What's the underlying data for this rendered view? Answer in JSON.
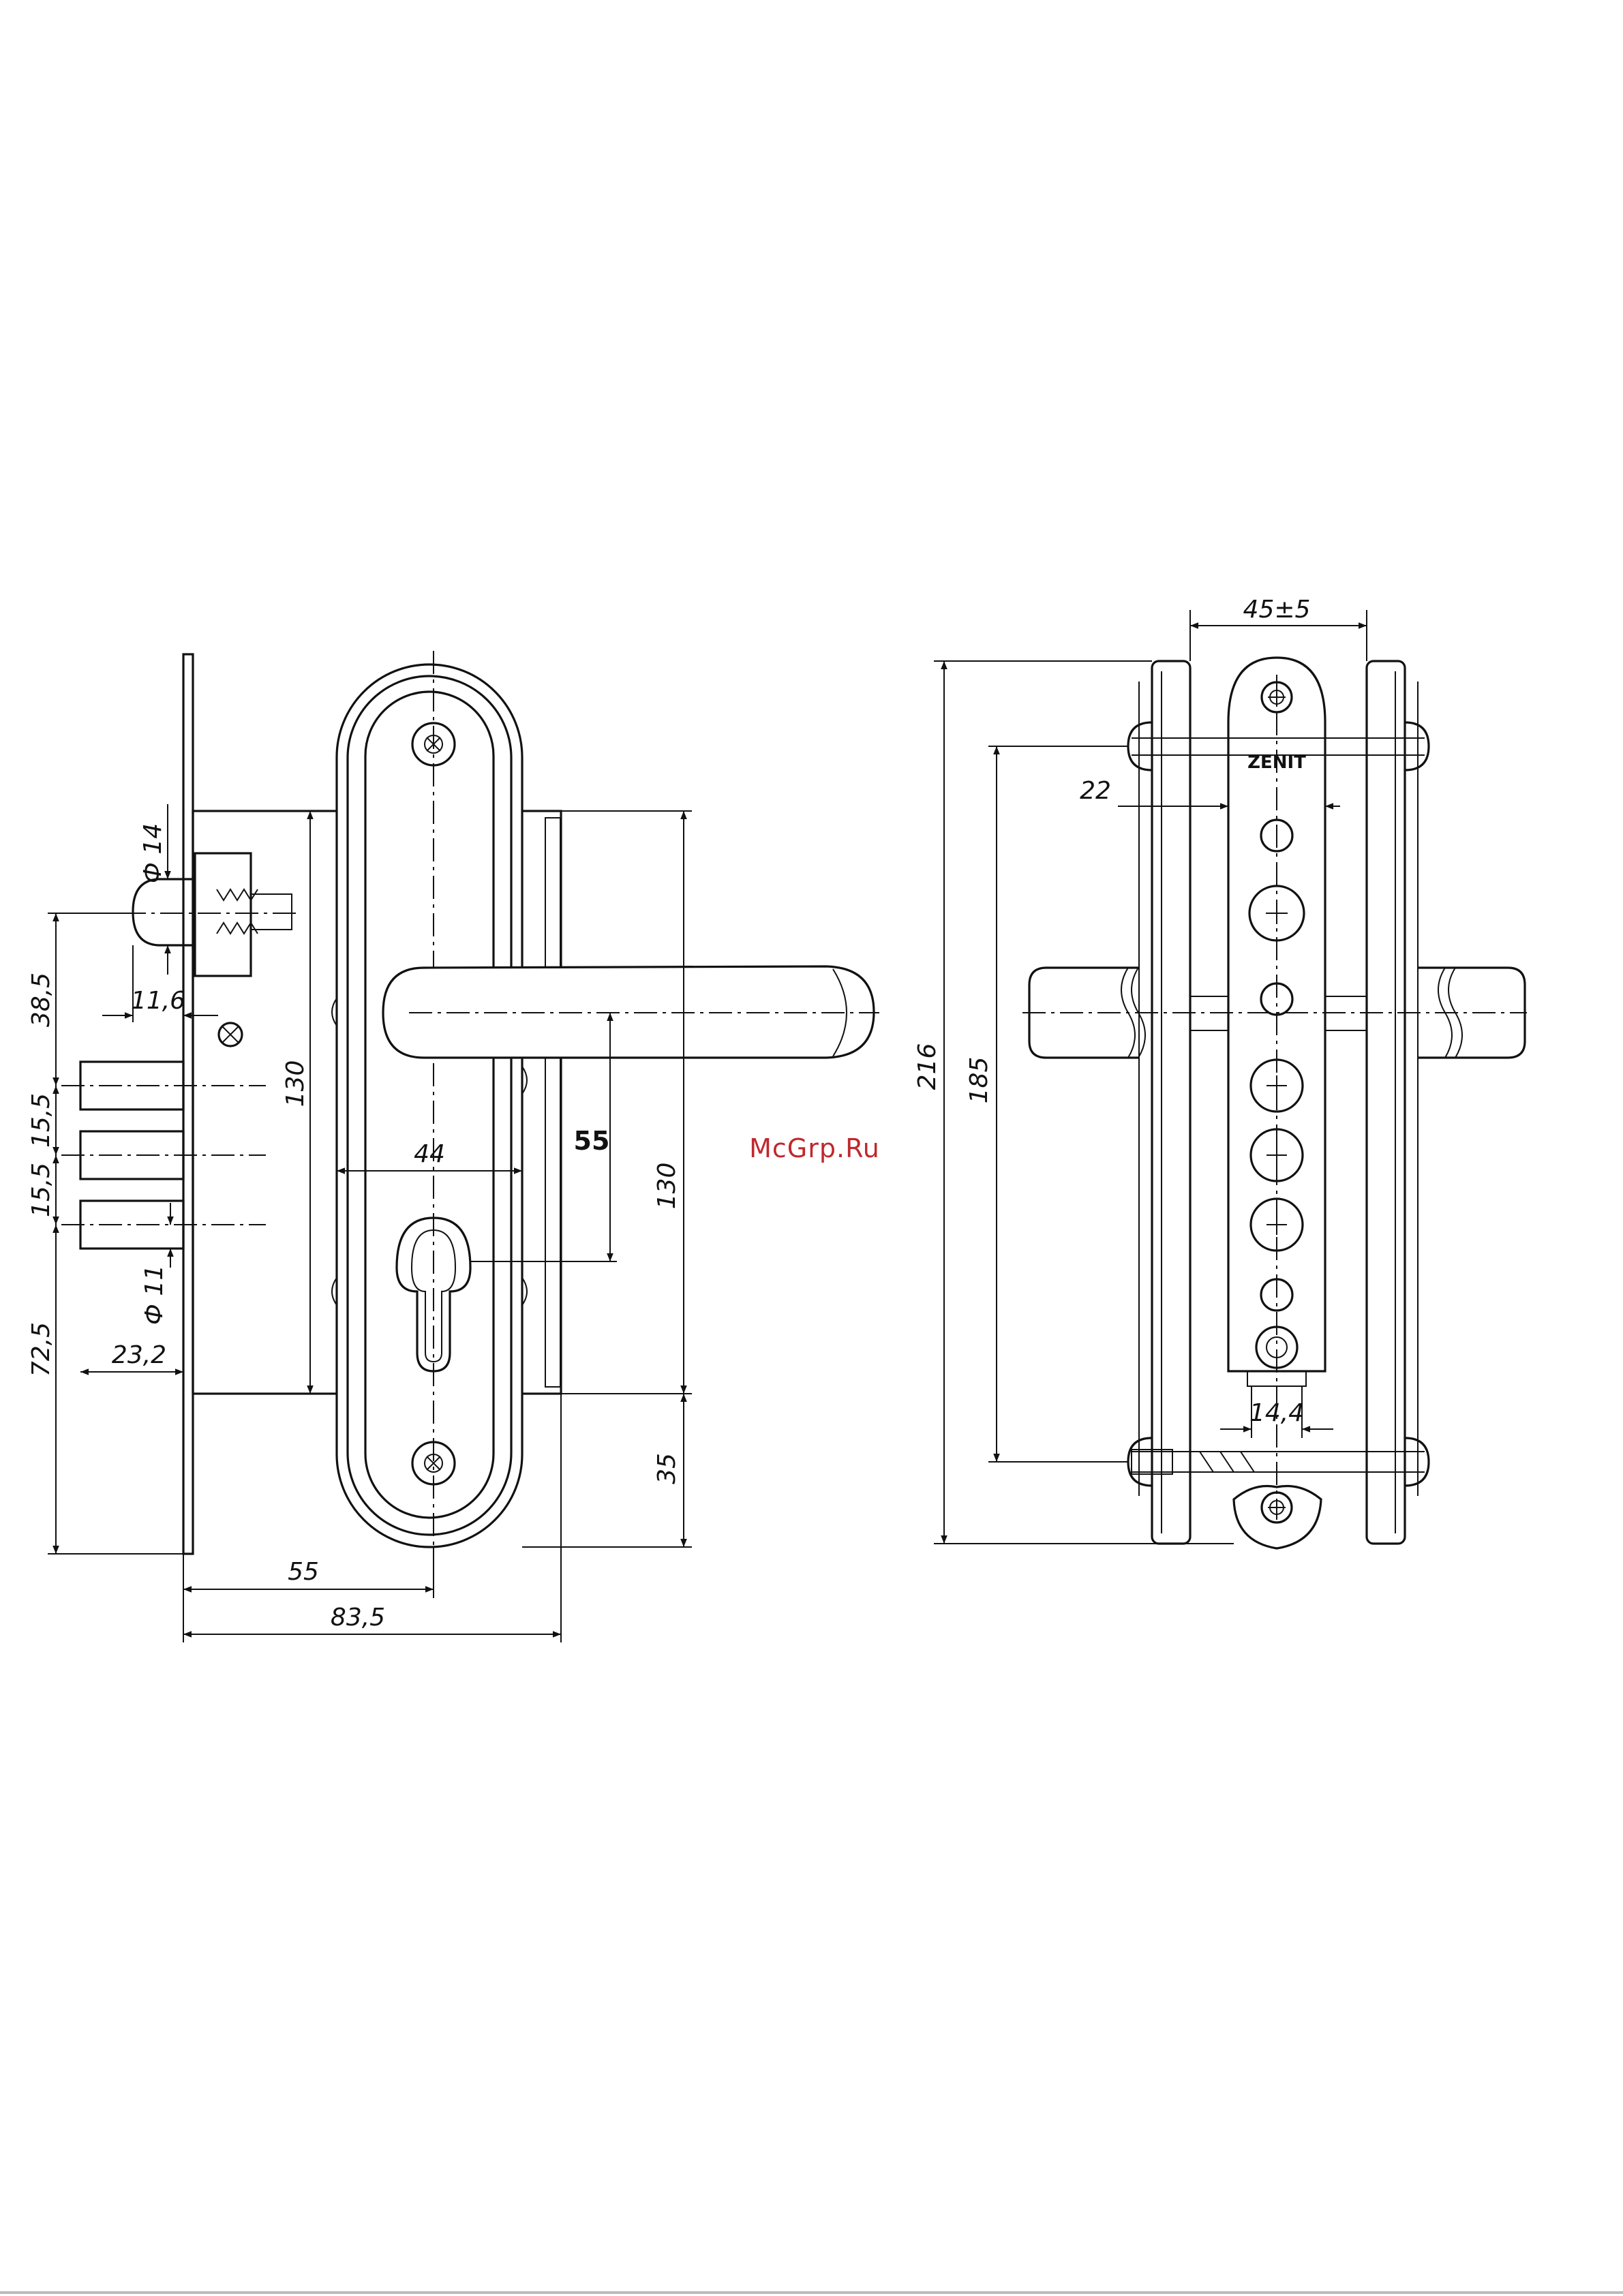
{
  "watermark": {
    "text": "McGrp.Ru",
    "color": "#c0282d"
  },
  "brand_label": "ZENIT",
  "dimensions": {
    "left_view": {
      "d14": "Ф 14",
      "d11": "Ф 11",
      "v38_5": "38,5",
      "v15_5_top": "15,5",
      "v15_5_bottom": "15,5",
      "v72_5": "72,5",
      "h11_6": "11,6",
      "h23_2": "23,2",
      "v130_inner": "130",
      "h44": "44",
      "v55_bold": "55",
      "v130_outer": "130",
      "v35": "35",
      "h55": "55",
      "h83_5": "83,5"
    },
    "right_view": {
      "h45_5": "45±5",
      "h22": "22",
      "v216": "216",
      "v185": "185",
      "h14_4": "14,4"
    }
  }
}
